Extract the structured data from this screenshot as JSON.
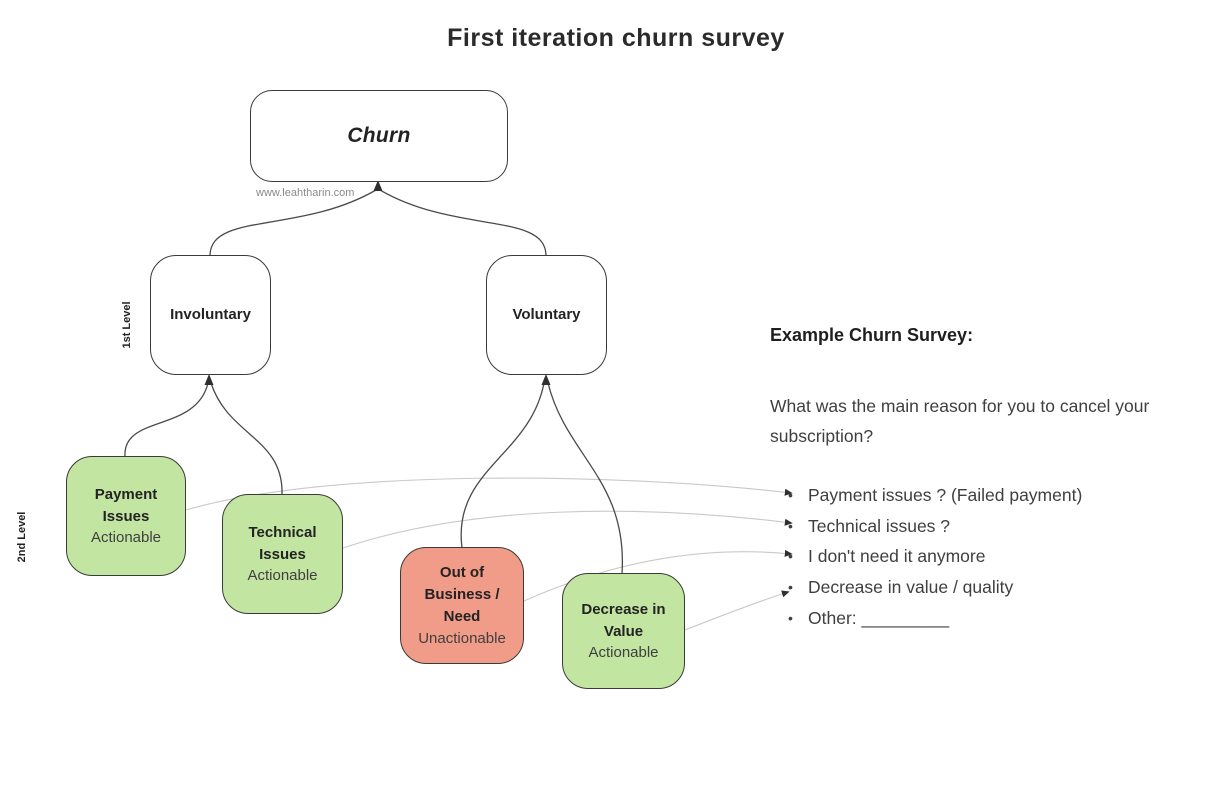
{
  "title": "First iteration churn survey",
  "watermark": "www.leahtharin.com",
  "levels": {
    "first": "1st Level",
    "second": "2nd Level"
  },
  "diagram": {
    "nodes": [
      {
        "id": "churn",
        "title": "Churn"
      },
      {
        "id": "involuntary",
        "title": "Involuntary"
      },
      {
        "id": "voluntary",
        "title": "Voluntary"
      },
      {
        "id": "payment-issues",
        "title": "Payment Issues",
        "subtitle": "Actionable",
        "fill": "#c3e5a2"
      },
      {
        "id": "technical-issues",
        "title": "Technical Issues",
        "subtitle": "Actionable",
        "fill": "#c3e5a2"
      },
      {
        "id": "out-of-business",
        "title": "Out of Business / Need",
        "subtitle": "Unactionable",
        "fill": "#f19c88"
      },
      {
        "id": "decrease-in-value",
        "title": "Decrease in Value",
        "subtitle": "Actionable",
        "fill": "#c3e5a2"
      }
    ]
  },
  "survey": {
    "heading": "Example Churn Survey:",
    "question": "What was the main reason for you to cancel your subscription?",
    "bullet": "•",
    "items": [
      "Payment issues ? (Failed payment)",
      "Technical issues ?",
      "I don't need it anymore",
      "Decrease in value / quality",
      "Other: _________"
    ]
  },
  "colors": {
    "actionable_green": "#c3e5a2",
    "unactionable_red": "#f19c88",
    "node_border": "#3a3a3a",
    "tree_line": "#4a4a4a",
    "survey_line": "#c9c9c9",
    "arrowhead": "#2f2f2f",
    "title_text": "#2b2b2b",
    "body_text": "#3f3f3f"
  }
}
